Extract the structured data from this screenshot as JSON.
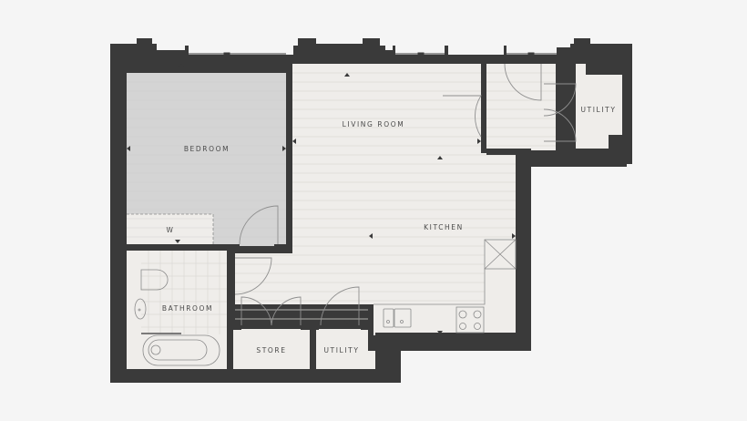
{
  "plan": {
    "type": "apartment floor plan",
    "rooms": [
      {
        "id": "bedroom",
        "label": "BEDROOM"
      },
      {
        "id": "wardrobe",
        "label": "W"
      },
      {
        "id": "living_room",
        "label": "LIVING ROOM"
      },
      {
        "id": "kitchen",
        "label": "KITCHEN"
      },
      {
        "id": "utility_top",
        "label": "UTILITY"
      },
      {
        "id": "bathroom",
        "label": "BATHROOM"
      },
      {
        "id": "store",
        "label": "STORE"
      },
      {
        "id": "utility_bottom",
        "label": "UTILITY"
      }
    ],
    "colors": {
      "background": "#f5f5f5",
      "walls": "#3a3a3a",
      "floor": "#efedea",
      "bedroom_floor": "#d4d4d4",
      "lines": "#8a8a8a"
    }
  }
}
